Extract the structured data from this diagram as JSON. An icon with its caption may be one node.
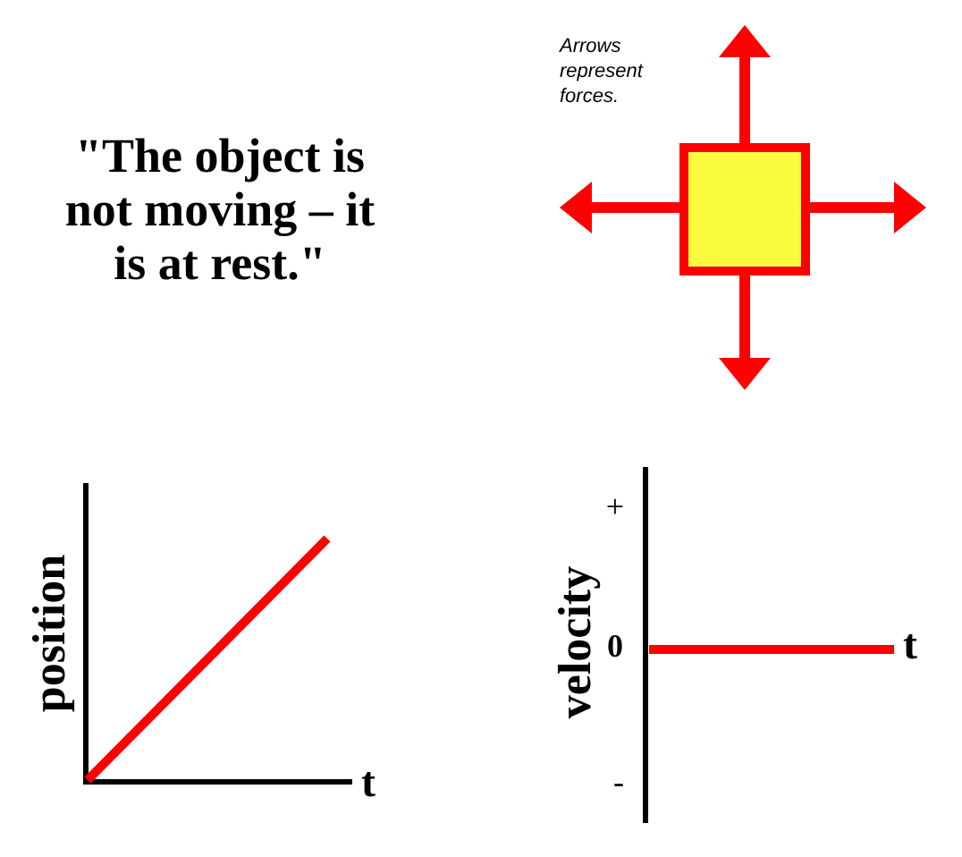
{
  "diagram": {
    "nodes": [
      {
        "text": [],
        "shape": "box"
      }
    ],
    "labels": [
      "\"The object is not moving – it is at rest.\"",
      "Arrows represent forces.",
      "position",
      "t",
      "+",
      "velocity",
      "0",
      "t",
      "-"
    ]
  }
}
